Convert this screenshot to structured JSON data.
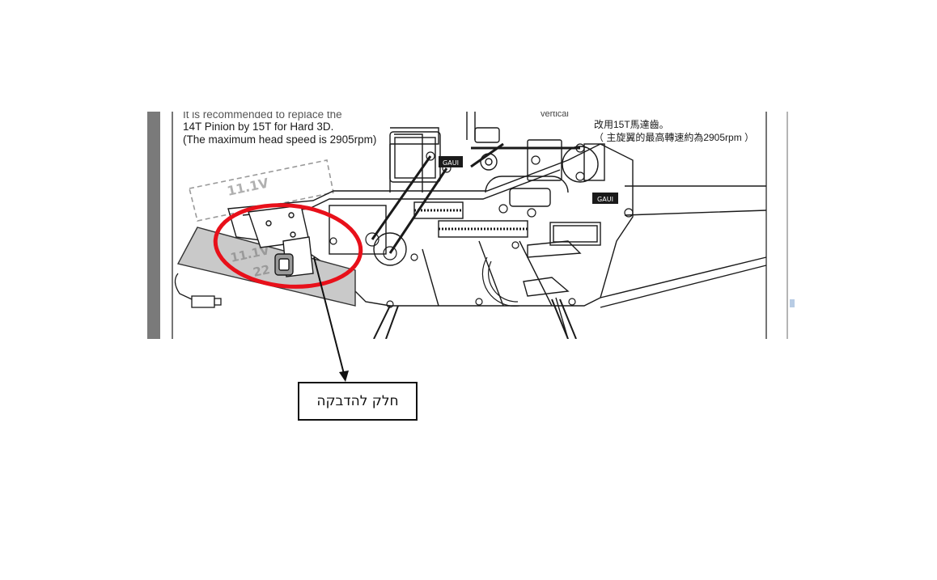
{
  "manual": {
    "text_lines_en": [
      "It is recommended to replace the",
      "14T Pinion by 15T for Hard 3D.",
      "(The maximum head speed is 2905rpm)"
    ],
    "text_vertical": "vertical",
    "text_lines_zh": [
      "改用15T馬達齒。",
      "（ 主旋翼的最高轉速約為2905rpm ）"
    ],
    "battery_label_top": "11.1V",
    "battery_label_bottom": "11.1V",
    "battery_sub": "22",
    "frame_logo": "GAUI",
    "frame_logo_2": "GAUI"
  },
  "callout": {
    "label": "חלק להדבקה"
  },
  "colors": {
    "highlight_circle": "#e8101a",
    "battery_fill": "#c9c9c9",
    "line": "#1a1a1a",
    "scan_edge": "#7a7a7a"
  }
}
